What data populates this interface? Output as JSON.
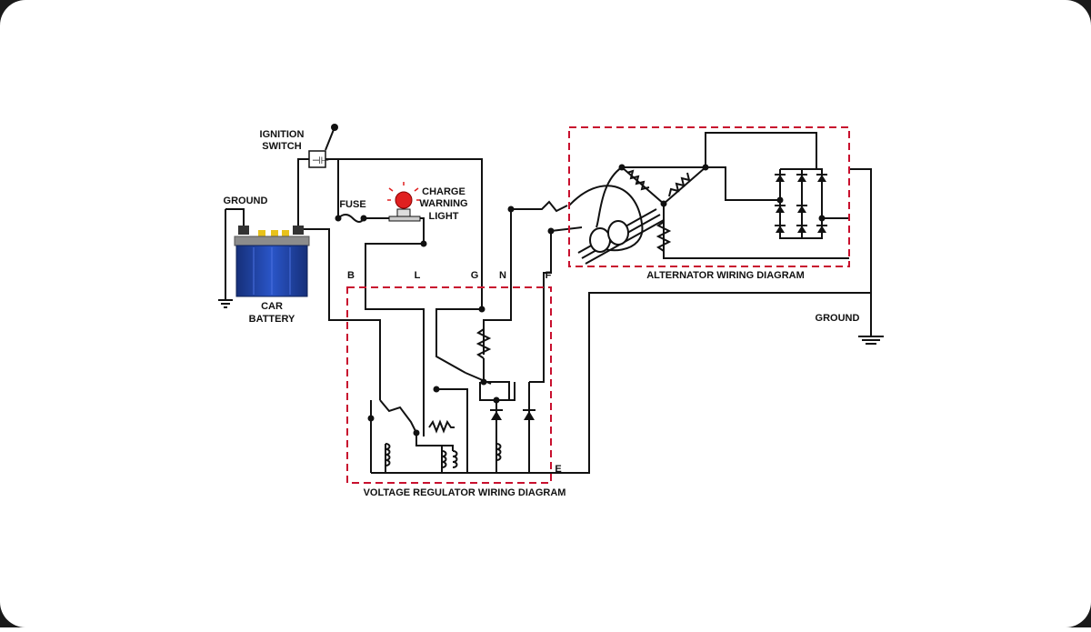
{
  "labels": {
    "ignition_switch_line1": "IGNITION",
    "ignition_switch_line2": "SWITCH",
    "ground_left": "GROUND",
    "fuse": "FUSE",
    "charge_line1": "CHARGE",
    "charge_line2": "WARNING",
    "charge_line3": "LIGHT",
    "car_battery_line1": "CAR",
    "car_battery_line2": "BATTERY",
    "terminal_b": "B",
    "terminal_l": "L",
    "terminal_g": "G",
    "terminal_n": "N",
    "terminal_f": "F",
    "terminal_e": "E",
    "alternator_title": "ALTERNATOR WIRING DIAGRAM",
    "ground_right": "GROUND",
    "regulator_title": "VOLTAGE REGULATOR WIRING DIAGRAM"
  },
  "colors": {
    "frame_background": "#1a1a1a",
    "page_background": "#ffffff",
    "wire": "#111111",
    "dashed_box": "#c8102e",
    "battery_body": "#1f3f9a",
    "battery_cap": "#e8c21a",
    "warning_lamp": "#e02020"
  }
}
